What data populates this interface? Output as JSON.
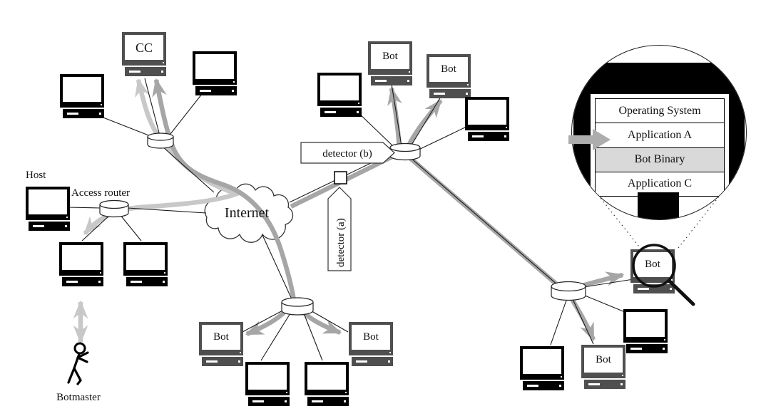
{
  "title": "Botnet architecture diagram",
  "labels": {
    "host": "Host",
    "access_router": "Access router",
    "internet": "Internet",
    "botmaster": "Botmaster",
    "detector_a": "detector (a)",
    "detector_b": "detector (b)"
  },
  "computers": [
    {
      "id": "cc-server",
      "label": "CC"
    },
    {
      "id": "workstation-topleft-1",
      "label": ""
    },
    {
      "id": "workstation-topleft-2",
      "label": ""
    },
    {
      "id": "host-computer",
      "label": ""
    },
    {
      "id": "workstation-access-1",
      "label": ""
    },
    {
      "id": "workstation-access-2",
      "label": ""
    },
    {
      "id": "workstation-topmid-left",
      "label": ""
    },
    {
      "id": "bot-topmid-1",
      "label": "Bot"
    },
    {
      "id": "bot-topmid-2",
      "label": "Bot"
    },
    {
      "id": "workstation-topmid-right",
      "label": ""
    },
    {
      "id": "bot-bottommid-left",
      "label": "Bot"
    },
    {
      "id": "bot-bottommid-right",
      "label": "Bot"
    },
    {
      "id": "workstation-bottommid-1",
      "label": ""
    },
    {
      "id": "workstation-bottommid-2",
      "label": ""
    },
    {
      "id": "bot-magnified",
      "label": "Bot"
    },
    {
      "id": "workstation-right-1",
      "label": ""
    },
    {
      "id": "workstation-right-2",
      "label": ""
    },
    {
      "id": "bot-right",
      "label": "Bot"
    }
  ],
  "magnified_view": {
    "rows": [
      "Operating System",
      "Application A",
      "Bot Binary",
      "Application C"
    ],
    "highlighted_row": "Bot Binary"
  },
  "colors": {
    "computer_black": "#000000",
    "computer_gray": "#4f4f4f",
    "flow_light": "#c8c8c8",
    "flow_dark": "#a6a6a6",
    "highlight_row": "#d9d9d9"
  }
}
